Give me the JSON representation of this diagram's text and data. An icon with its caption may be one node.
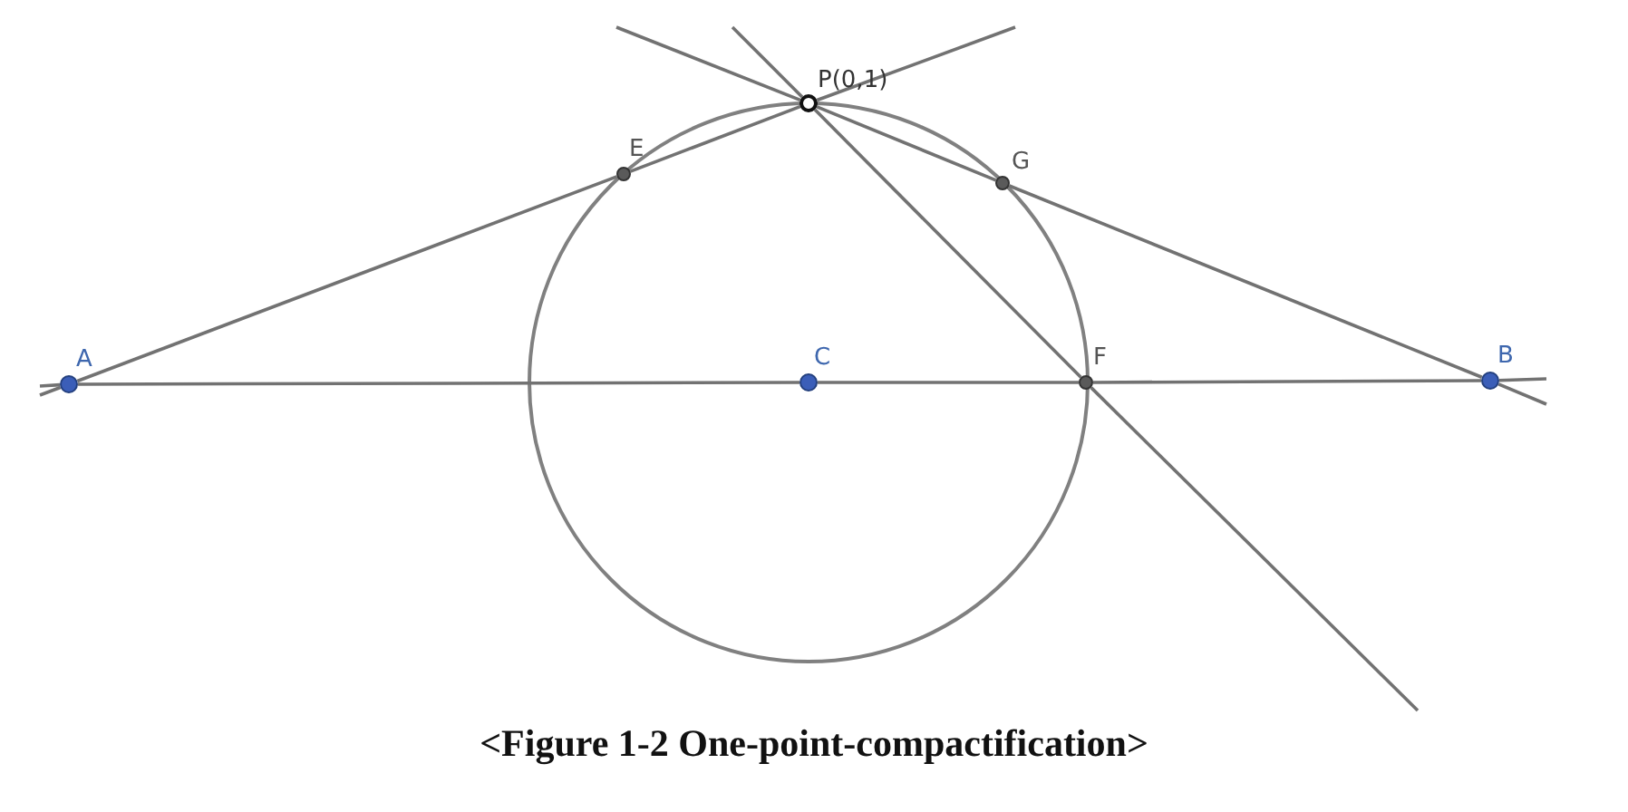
{
  "diagram": {
    "caption": "<Figure 1-2 One-point-compactification>",
    "nodes": [
      {
        "text": [
          "P(0,1)"
        ]
      },
      {
        "text": [
          "E"
        ]
      },
      {
        "text": [
          "G"
        ]
      },
      {
        "text": [
          "A"
        ]
      },
      {
        "text": [
          "C"
        ]
      },
      {
        "text": [
          "F"
        ]
      },
      {
        "text": [
          "B"
        ]
      }
    ],
    "edges": [
      {
        "from": 3,
        "to": 1,
        "arrow": "none"
      },
      {
        "from": 1,
        "to": 0,
        "arrow": "none"
      },
      {
        "from": 0,
        "to": 2,
        "arrow": "none"
      },
      {
        "from": 2,
        "to": 6,
        "arrow": "none"
      },
      {
        "from": 3,
        "to": 4,
        "arrow": "none"
      },
      {
        "from": 4,
        "to": 5,
        "arrow": "none"
      },
      {
        "from": 5,
        "to": 6,
        "arrow": "none"
      },
      {
        "from": 0,
        "to": 5,
        "arrow": "none"
      },
      {
        "from": 3,
        "to": null,
        "arrow": "none"
      },
      {
        "from": 3,
        "to": null,
        "arrow": "none"
      },
      {
        "from": 0,
        "to": null,
        "arrow": "none"
      },
      {
        "from": 0,
        "to": null,
        "arrow": "none"
      },
      {
        "from": 0,
        "to": null,
        "arrow": "none"
      },
      {
        "from": 5,
        "to": null,
        "arrow": "none"
      },
      {
        "from": 6,
        "to": null,
        "arrow": "none"
      },
      {
        "from": 6,
        "to": null,
        "arrow": "none"
      }
    ]
  }
}
